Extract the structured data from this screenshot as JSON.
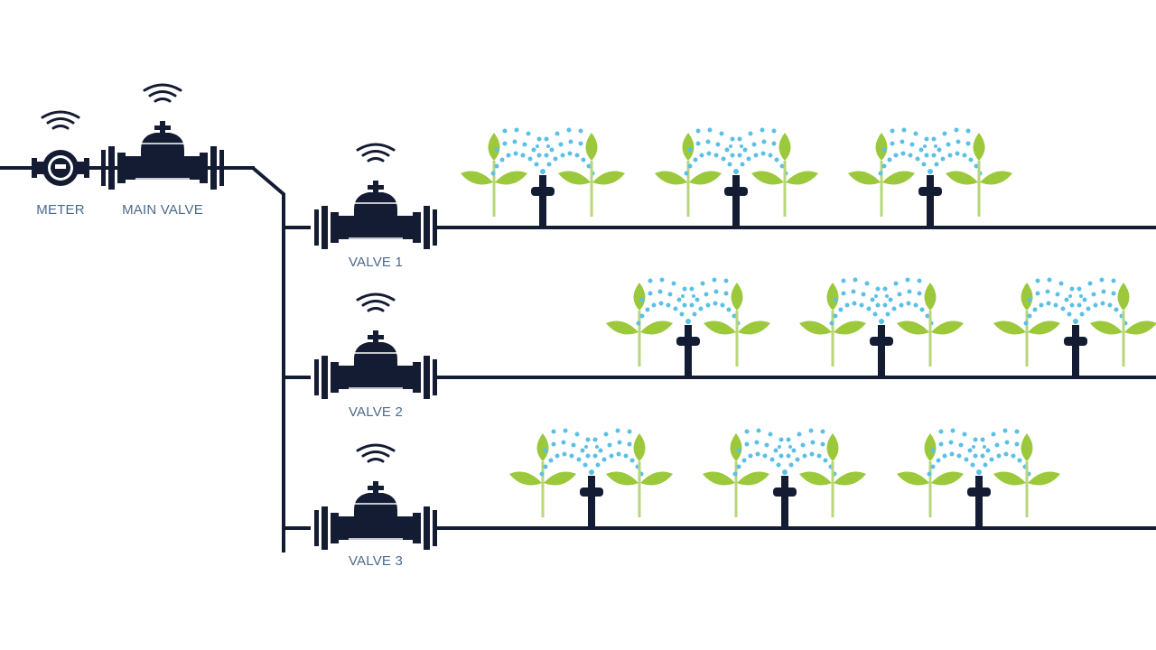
{
  "diagram": {
    "labels": {
      "meter": "METER",
      "main_valve": "MAIN VALVE",
      "valve_1": "VALVE 1",
      "valve_2": "VALVE 2",
      "valve_3": "VALVE 3"
    },
    "zones": [
      {
        "name": "valve_1",
        "sprinklers": 3
      },
      {
        "name": "valve_2",
        "sprinklers": 3
      },
      {
        "name": "valve_3",
        "sprinklers": 3
      }
    ],
    "colors": {
      "pipe": "#141c33",
      "label": "#4a6a8a",
      "plant": "#9cc83c",
      "stem": "#b7d77a",
      "spray": "#5bc0e6",
      "wifi": "#141c33"
    },
    "icons": [
      "meter-icon",
      "valve-icon",
      "wifi-icon",
      "sprinkler-icon",
      "plant-icon"
    ]
  }
}
